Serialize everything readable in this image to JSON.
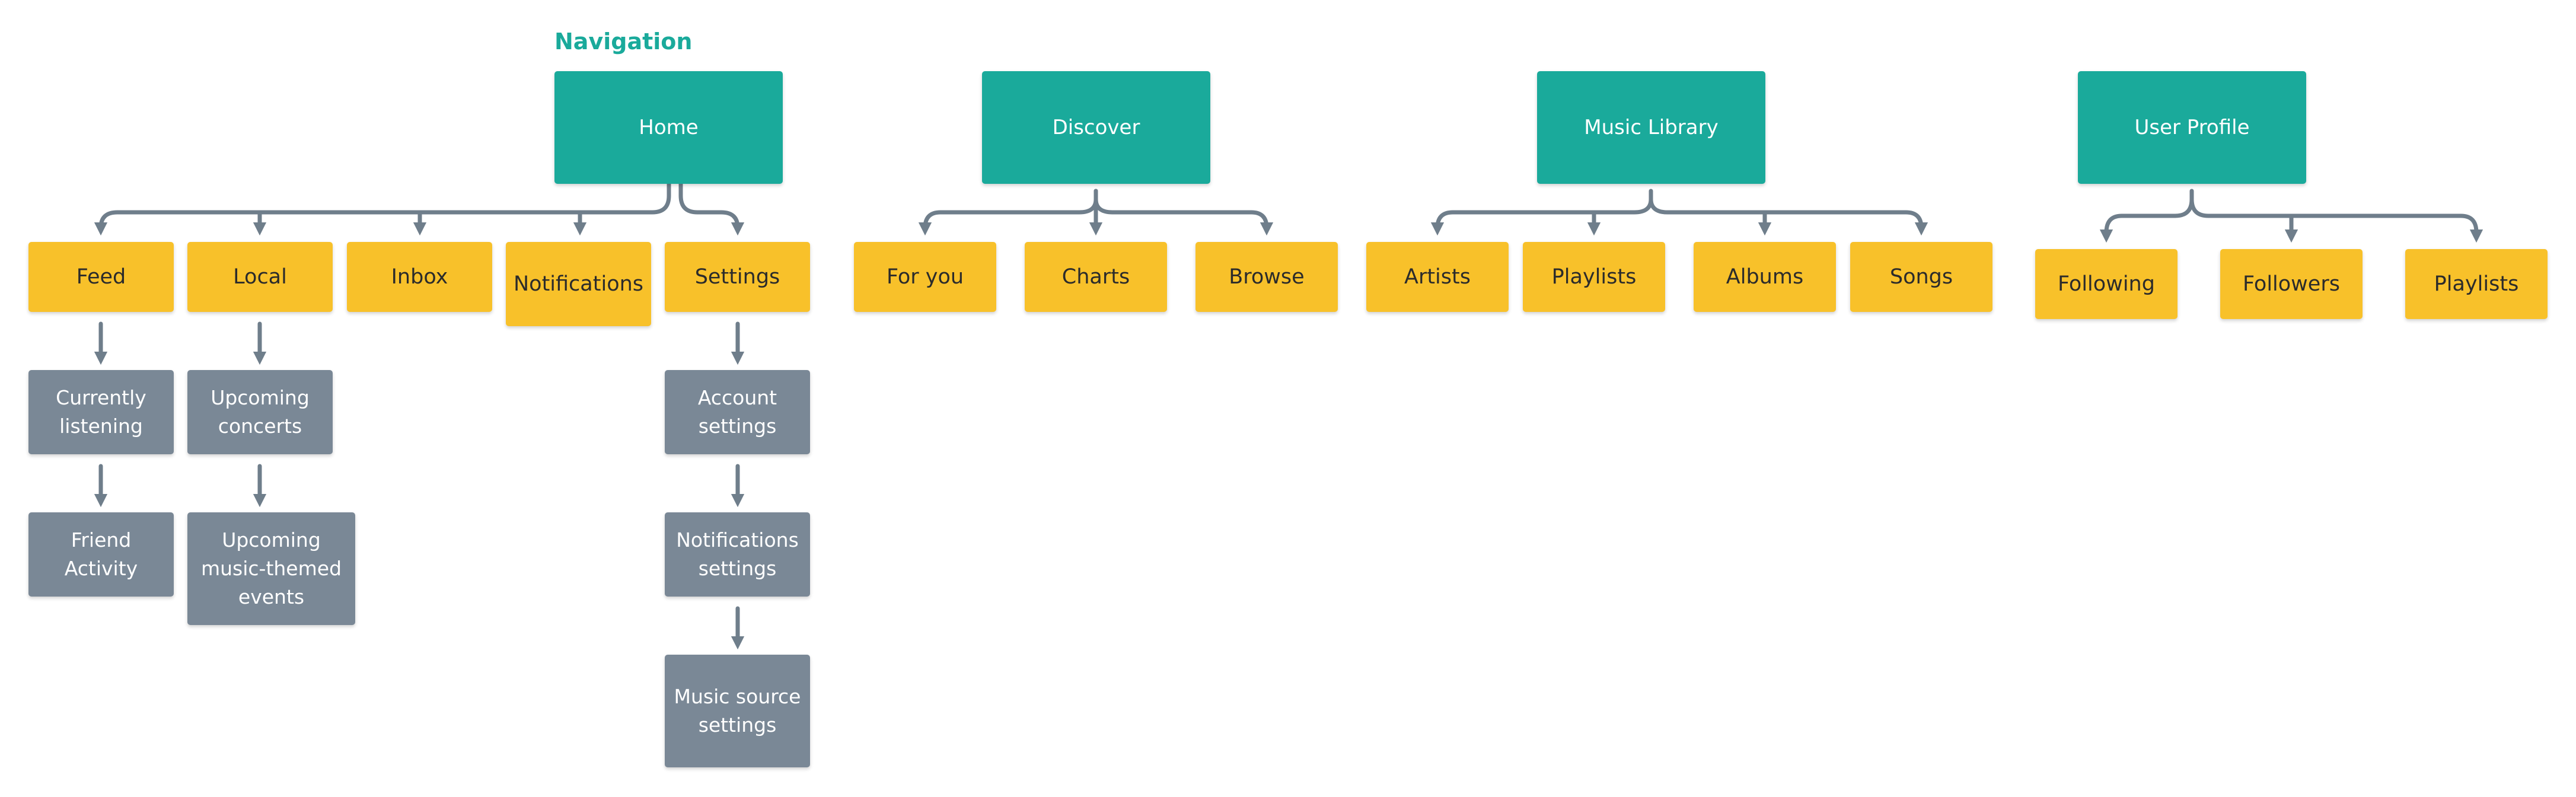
{
  "title": "Navigation",
  "colors": {
    "primary": "#1aaa9b",
    "secondary": "#f8c12a",
    "leaf": "#7a8896",
    "connector": "#6f7e8b"
  },
  "sections": {
    "home": "Home",
    "discover": "Discover",
    "library": "Music Library",
    "profile": "User Profile"
  },
  "home": {
    "feed": "Feed",
    "local": "Local",
    "inbox": "Inbox",
    "notifications": "Notifications",
    "settings": "Settings",
    "currently_listening": "Currently listening",
    "friend_activity": "Friend Activity",
    "upcoming_concerts": "Upcoming concerts",
    "upcoming_events": "Upcoming music-themed events",
    "account_settings": "Account settings",
    "notifications_settings": "Notifications settings",
    "music_source_settings": "Music source settings"
  },
  "discover": {
    "for_you": "For you",
    "charts": "Charts",
    "browse": "Browse"
  },
  "library": {
    "artists": "Artists",
    "playlists": "Playlists",
    "albums": "Albums",
    "songs": "Songs"
  },
  "profile": {
    "following": "Following",
    "followers": "Followers",
    "playlists": "Playlists"
  }
}
